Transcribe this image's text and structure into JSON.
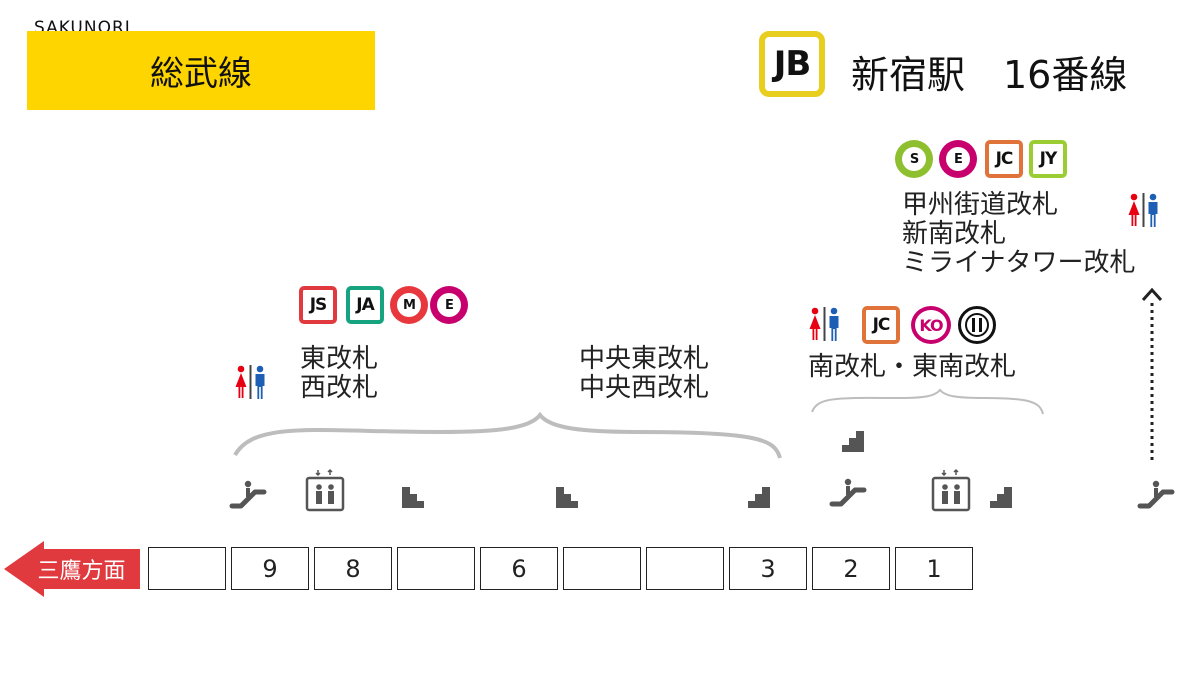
{
  "header": {
    "brand": "SAKUNORI",
    "line_name": "総武線",
    "line_code": "JB",
    "station": "新宿駅　16番線"
  },
  "colors": {
    "banner_yellow": "#ffd500",
    "code_border": "#e8cf1f",
    "direction_arrow": "#e0393e",
    "women_red": "#e60012",
    "men_blue": "#1c5fb4"
  },
  "logos": {
    "S": "S",
    "E": "E",
    "JC": "JC",
    "JY": "JY",
    "JS": "JS",
    "JA": "JA",
    "M": "M",
    "KO": "KO"
  },
  "gates": {
    "koshu": [
      "甲州街道改札",
      "新南改札",
      "ミライナタワー改札"
    ],
    "east_west": [
      "東改札",
      "西改札"
    ],
    "central": [
      "中央東改札",
      "中央西改札"
    ],
    "south": "南改札・東南改札"
  },
  "direction": "三鷹方面",
  "cars": [
    "",
    "9",
    "8",
    "",
    "6",
    "",
    "",
    "3",
    "2",
    "1"
  ],
  "icons": {
    "toilet": "toilet-icon",
    "escalator": "escalator-icon",
    "elevator": "elevator-icon",
    "stairs": "stairs-icon"
  }
}
